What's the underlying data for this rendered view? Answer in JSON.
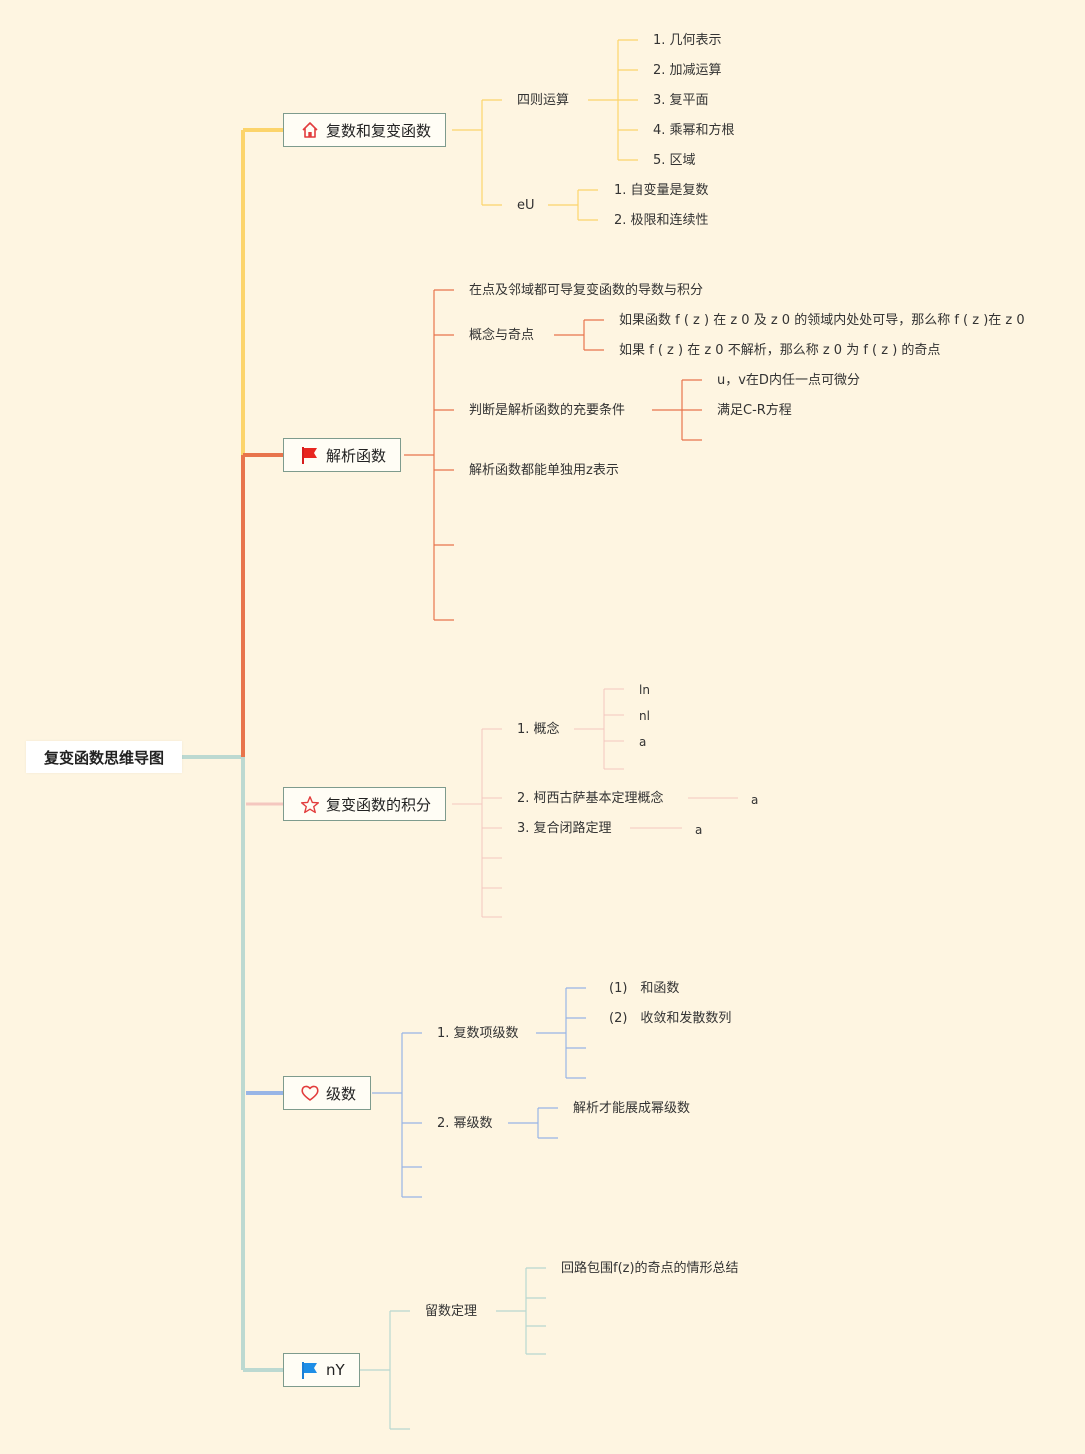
{
  "root": {
    "title": "复变函数思维导图"
  },
  "branches": {
    "b1": {
      "label": "复数和复变函数",
      "icon": "house-icon",
      "color": "#fcd46b",
      "n1": {
        "label": "四则运算",
        "items": [
          "1. 几何表示",
          "2. 加减运算",
          "3. 复平面",
          "4. 乘幂和方根",
          "5. 区域"
        ]
      },
      "n2": {
        "label": "eU",
        "items": [
          "1. 自变量是复数",
          "2. 极限和连续性"
        ]
      }
    },
    "b2": {
      "label": "解析函数",
      "icon": "red-flag-icon",
      "color": "#e8744c",
      "n1": {
        "label": "在点及邻域都可导复变函数的导数与积分"
      },
      "n2": {
        "label": "概念与奇点",
        "items": [
          "如果函数 f ( z ) 在 z 0 及 z 0 的领域内处处可导，那么称 f ( z )在 z 0",
          "如果 f ( z ) 在 z 0 不解析，那么称 z 0 为 f ( z ) 的奇点"
        ]
      },
      "n3": {
        "label": "判断是解析函数的充要条件",
        "items": [
          "u，v在D内任一点可微分",
          "满足C-R方程"
        ]
      },
      "n4": {
        "label": "解析函数都能单独用z表示"
      }
    },
    "b3": {
      "label": "复变函数的积分",
      "icon": "star-icon",
      "color": "#f4c7bf",
      "n1": {
        "label": "1. 概念",
        "items": [
          "ln",
          "nl",
          "a"
        ]
      },
      "n2": {
        "label": "2. 柯西古萨基本定理概念",
        "child": "a"
      },
      "n3": {
        "label": "3. 复合闭路定理",
        "child": "a"
      }
    },
    "b4": {
      "label": "级数",
      "icon": "heart-icon",
      "color": "#98b5e6",
      "n1": {
        "label": "1. 复数项级数",
        "items": [
          "(1)　和函数",
          "(2)　收敛和发散数列"
        ]
      },
      "n2": {
        "label": "2. 幂级数",
        "items": [
          "解析才能展成幂级数"
        ]
      }
    },
    "b5": {
      "label": "nY",
      "icon": "blue-flag-icon",
      "color": "#b9d8d0",
      "n1": {
        "label": "留数定理",
        "items": [
          "回路包围f(z)的奇点的情形总结"
        ]
      }
    }
  },
  "colors": {
    "background": "#fef5e1",
    "trunk_bottom": "#bcd9d1",
    "node_border": "#7e9b8d"
  }
}
